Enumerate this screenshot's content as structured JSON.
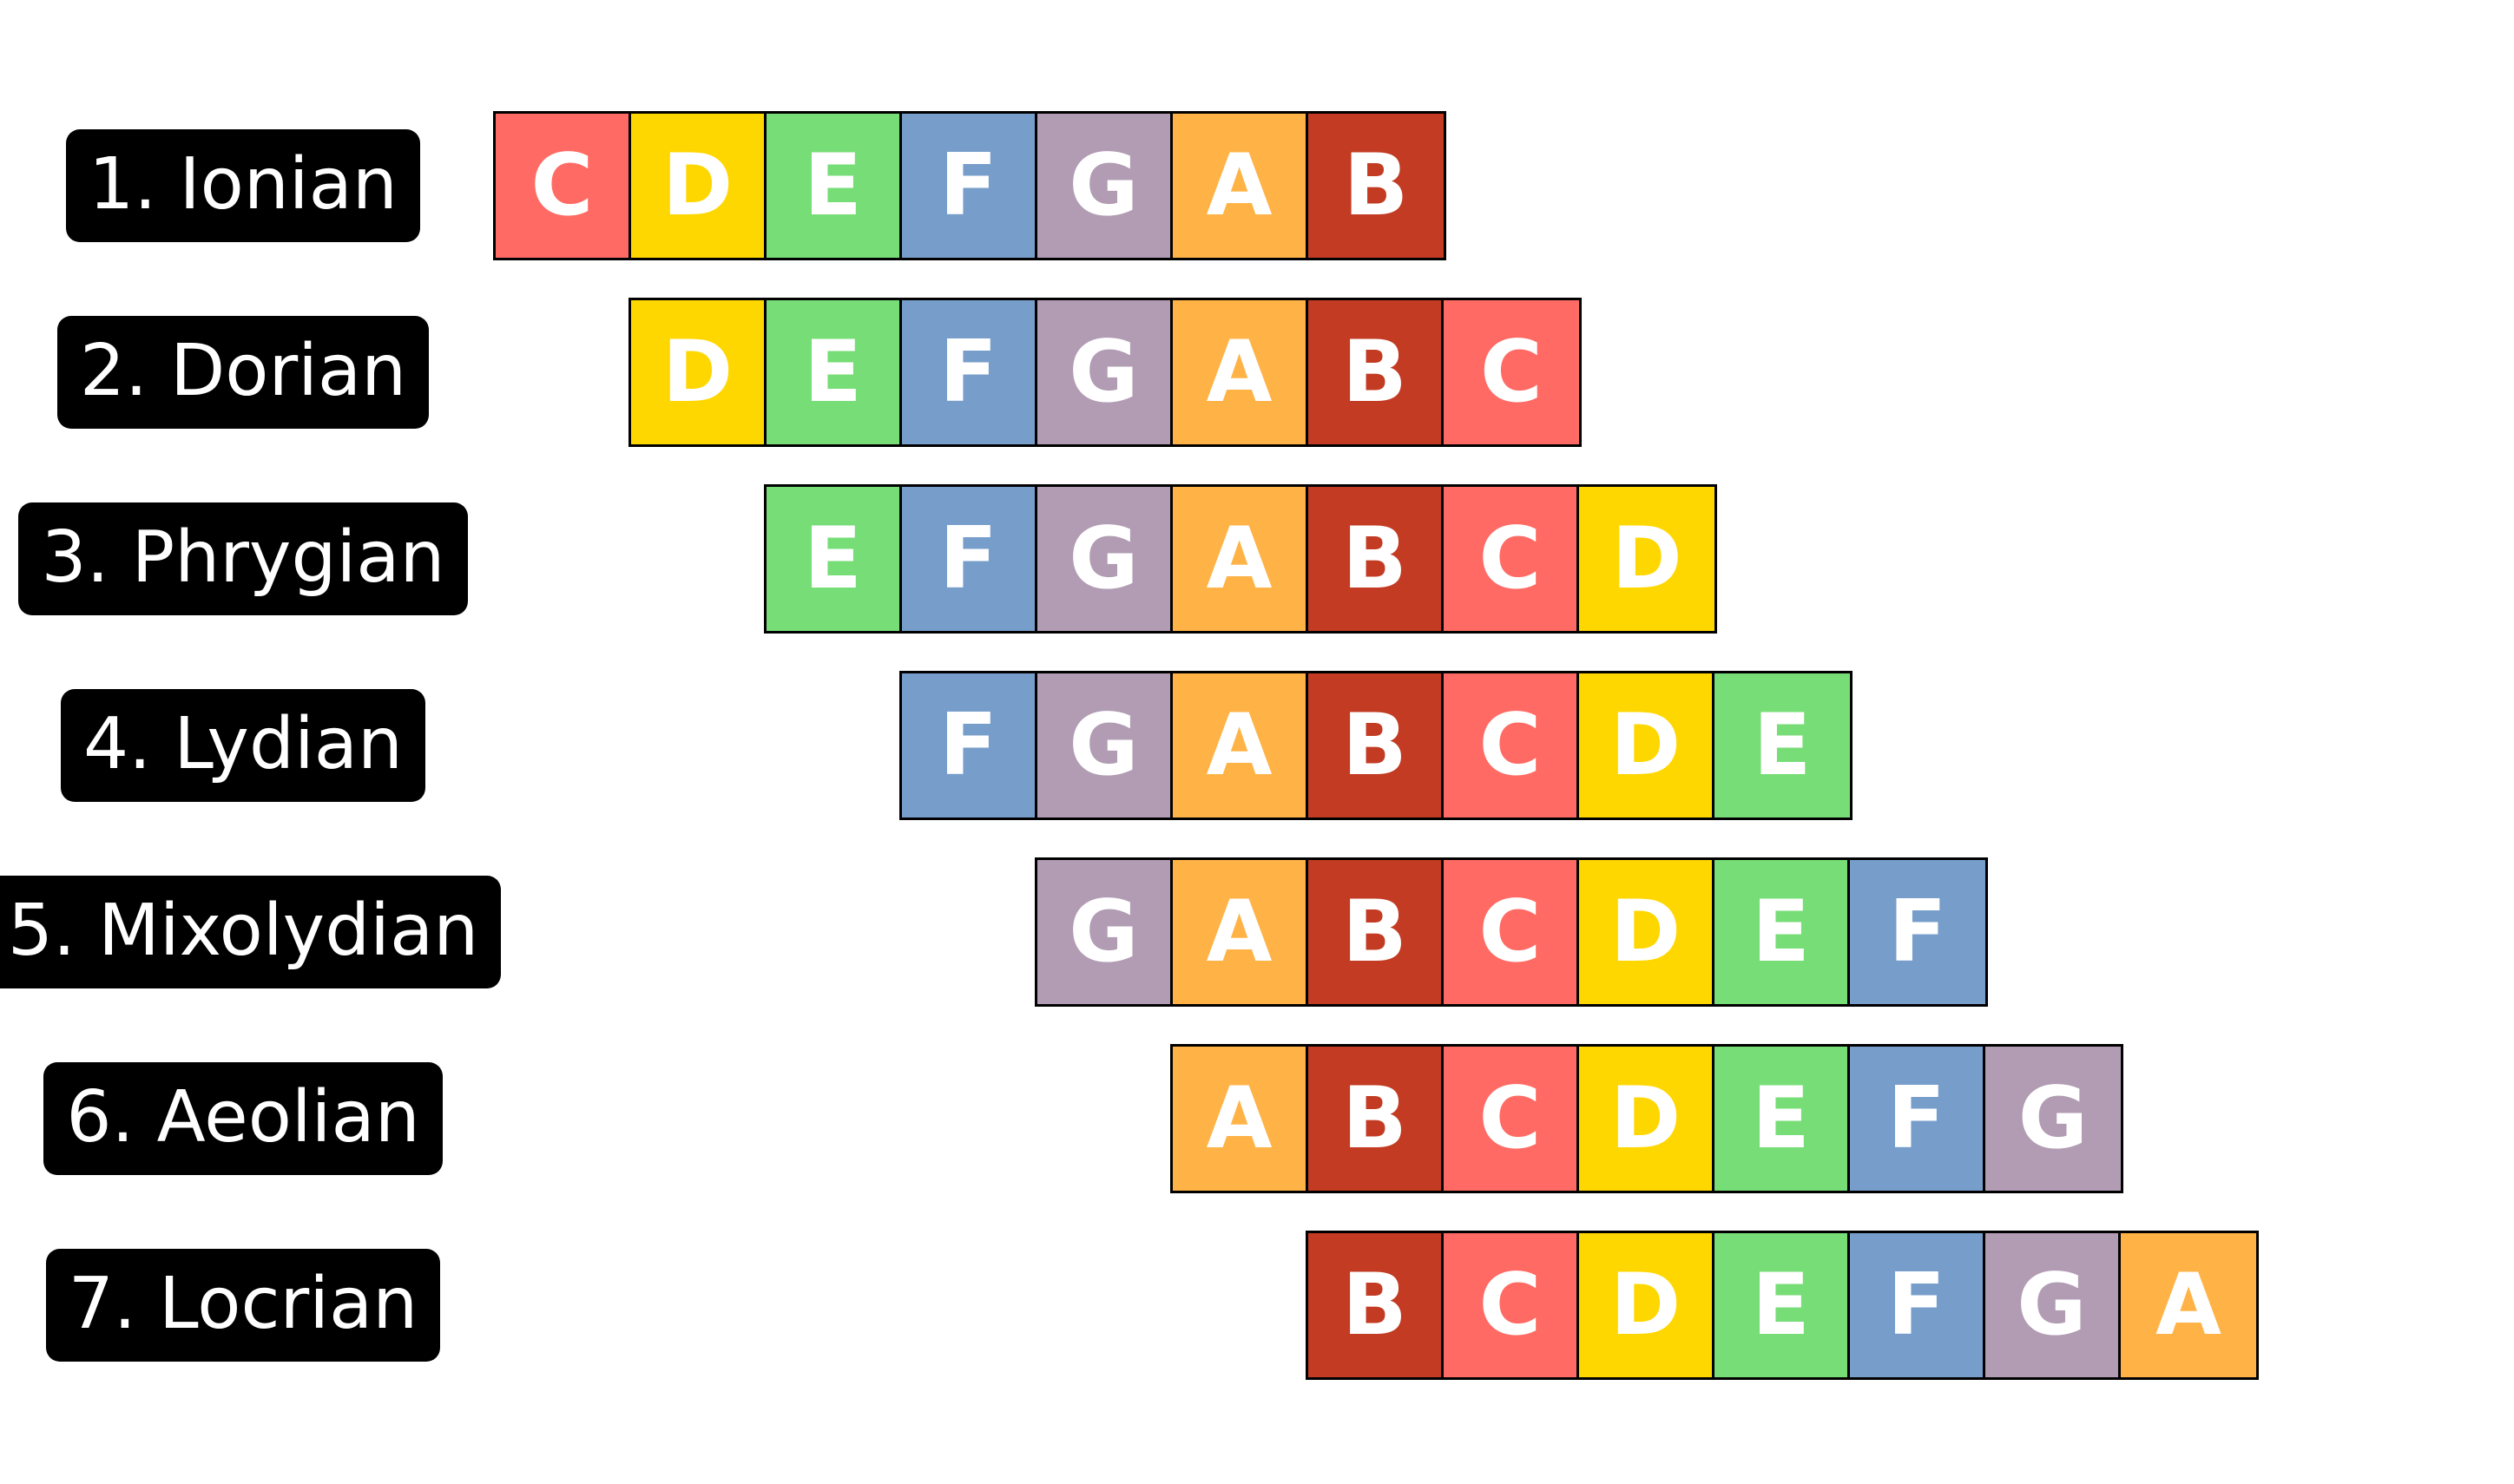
{
  "note_colors": {
    "C": "#ff6b64",
    "D": "#ffd700",
    "E": "#77dd77",
    "F": "#779ecb",
    "G": "#b19cb3",
    "A": "#ffb347",
    "B": "#c23b22"
  },
  "text_color": "#ffffff",
  "label_background": "#000000",
  "modes": [
    {
      "label": "1. Ionian",
      "offset": 0,
      "notes": [
        "C",
        "D",
        "E",
        "F",
        "G",
        "A",
        "B"
      ]
    },
    {
      "label": "2. Dorian",
      "offset": 1,
      "notes": [
        "D",
        "E",
        "F",
        "G",
        "A",
        "B",
        "C"
      ]
    },
    {
      "label": "3. Phrygian",
      "offset": 2,
      "notes": [
        "E",
        "F",
        "G",
        "A",
        "B",
        "C",
        "D"
      ]
    },
    {
      "label": "4. Lydian",
      "offset": 3,
      "notes": [
        "F",
        "G",
        "A",
        "B",
        "C",
        "D",
        "E"
      ]
    },
    {
      "label": "5. Mixolydian",
      "offset": 4,
      "notes": [
        "G",
        "A",
        "B",
        "C",
        "D",
        "E",
        "F"
      ]
    },
    {
      "label": "6. Aeolian",
      "offset": 5,
      "notes": [
        "A",
        "B",
        "C",
        "D",
        "E",
        "F",
        "G"
      ]
    },
    {
      "label": "7. Locrian",
      "offset": 6,
      "notes": [
        "B",
        "C",
        "D",
        "E",
        "F",
        "G",
        "A"
      ]
    }
  ]
}
